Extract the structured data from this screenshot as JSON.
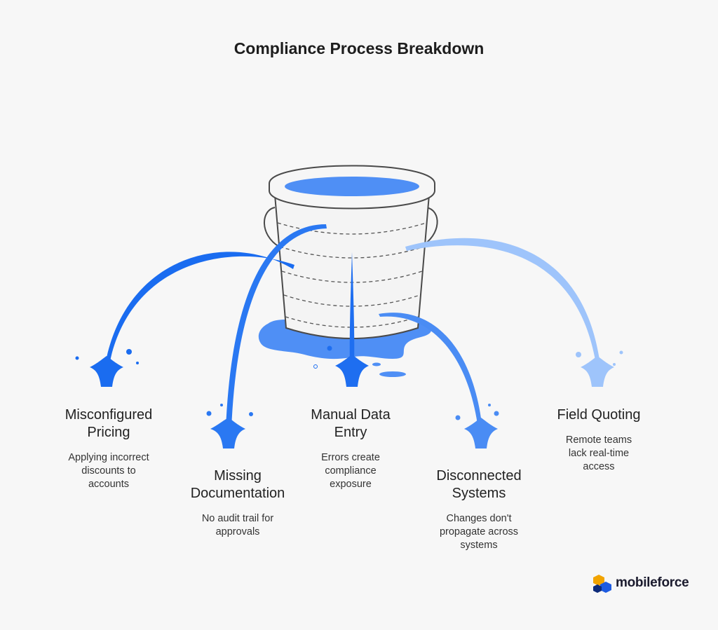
{
  "title": "Compliance Process Breakdown",
  "colors": {
    "water": "#4f8ff5",
    "stream_dark": "#1a6cf0",
    "stream_mid": "#3d84f3",
    "stream_light": "#9cc3fb",
    "bucket_stroke": "#4a4a4a",
    "bucket_fill": "#f3f3f3"
  },
  "items": [
    {
      "title": "Misconfigured\nPricing",
      "description": "Applying incorrect\ndiscounts to\naccounts"
    },
    {
      "title": "Missing\nDocumentation",
      "description": "No audit trail for\napprovals"
    },
    {
      "title": "Manual Data\nEntry",
      "description": "Errors create\ncompliance\nexposure"
    },
    {
      "title": "Disconnected\nSystems",
      "description": "Changes don't\npropagate across\nsystems"
    },
    {
      "title": "Field Quoting",
      "description": "Remote teams\nlack real-time\naccess"
    }
  ],
  "brand": {
    "name": "mobileforce",
    "icon": "hexagon-logo-icon"
  }
}
